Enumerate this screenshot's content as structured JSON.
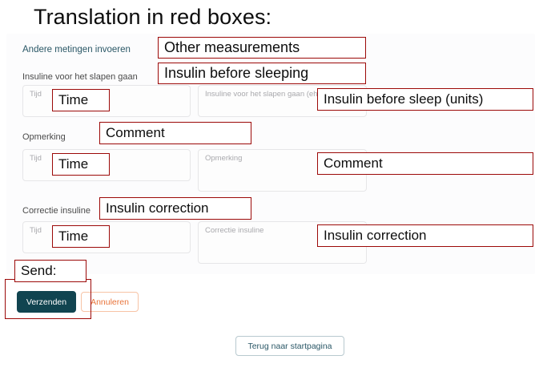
{
  "slide": {
    "title": "Translation in red boxes:",
    "annotation_color": "#9c0908"
  },
  "form": {
    "section_heading": "Andere metingen invoeren",
    "rows": [
      {
        "label": "Insuline voor het slapen gaan",
        "time_placeholder": "Tijd",
        "value_placeholder": "Insuline voor het slapen gaan (eh)"
      },
      {
        "label": "Opmerking",
        "time_placeholder": "Tijd",
        "value_placeholder": "Opmerking"
      },
      {
        "label": "Correctie insuline",
        "time_placeholder": "Tijd",
        "value_placeholder": "Correctie insuline"
      }
    ],
    "buttons": {
      "submit": "Verzenden",
      "cancel": "Annuleren",
      "home": "Terug naar startpagina"
    }
  },
  "annotations": {
    "section_heading": "Other measurements",
    "row1_label": "Insulin before sleeping",
    "row1_time": "Time",
    "row1_value": "Insulin before sleep (units)",
    "row2_label": "Comment",
    "row2_time": "Time",
    "row2_value": "Comment",
    "row3_label": "Insulin correction",
    "row3_time": "Time",
    "row3_value": "Insulin correction",
    "send": "Send:"
  }
}
